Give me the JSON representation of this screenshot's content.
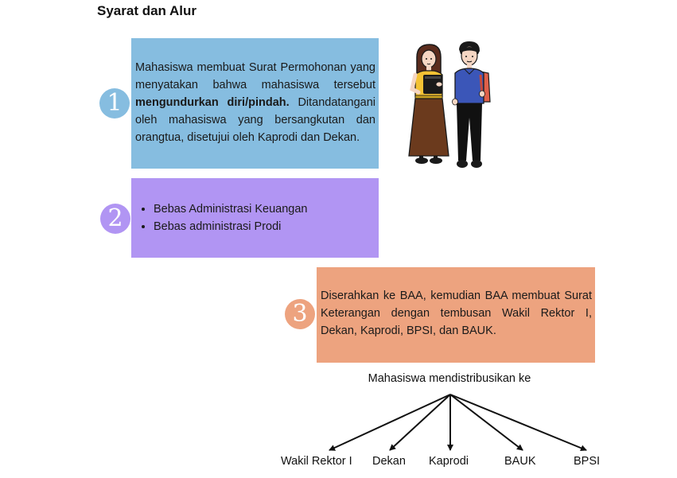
{
  "title": "Syarat dan Alur",
  "steps": [
    {
      "number": "1",
      "text_before": "Mahasiswa membuat Surat Permohonan yang menyatakan bahwa mahasiswa tersebut ",
      "text_bold": "mengundurkan diri/pindah.",
      "text_after": " Ditandatangani oleh mahasiswa yang bersangkutan dan orangtua, disetujui oleh Kaprodi dan Dekan."
    },
    {
      "number": "2",
      "items": [
        "Bebas Administrasi Keuangan",
        "Bebas administrasi Prodi"
      ]
    },
    {
      "number": "3",
      "text": "Diserahkan ke BAA, kemudian BAA membuat Surat Keterangan dengan tembusan Wakil Rektor I, Dekan, Kaprodi, BPSI, dan BAUK."
    }
  ],
  "distribution": {
    "label": "Mahasiswa mendistribusikan ke",
    "recipients": [
      "Wakil Rektor I",
      "Dekan",
      "Kaprodi",
      "BAUK",
      "BPSI"
    ]
  },
  "colors": {
    "step1": "#86bde0",
    "step2": "#b195f3",
    "step3": "#eda37f"
  },
  "illustration": "two-students-illustration"
}
